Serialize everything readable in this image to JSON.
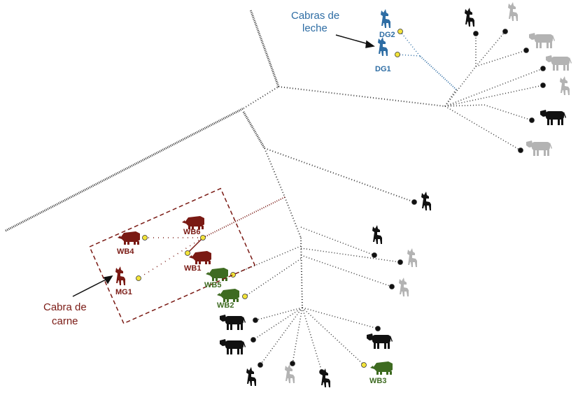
{
  "colors": {
    "dairy": "#2e6da4",
    "meat": "#7a1a14",
    "wildboar": "#3e6b21",
    "black": "#111111",
    "grey": "#b3b3b3",
    "tip_yellow": "#f2e33a",
    "branch": "#333333"
  },
  "annotations": {
    "dairy_line1": "Cabras de",
    "dairy_line2": "leche",
    "meat_line1": "Cabra de",
    "meat_line2": "carne"
  },
  "labels": {
    "dg2": "DG2",
    "dg1": "DG1",
    "wb4": "WB4",
    "wb6": "WB6",
    "wb1": "WB1",
    "mg1": "MG1",
    "wb5": "WB5",
    "wb2": "WB2",
    "wb3": "WB3"
  },
  "icons": {
    "goat": "goat-icon",
    "cow": "cow-icon",
    "boar": "boar-icon"
  }
}
